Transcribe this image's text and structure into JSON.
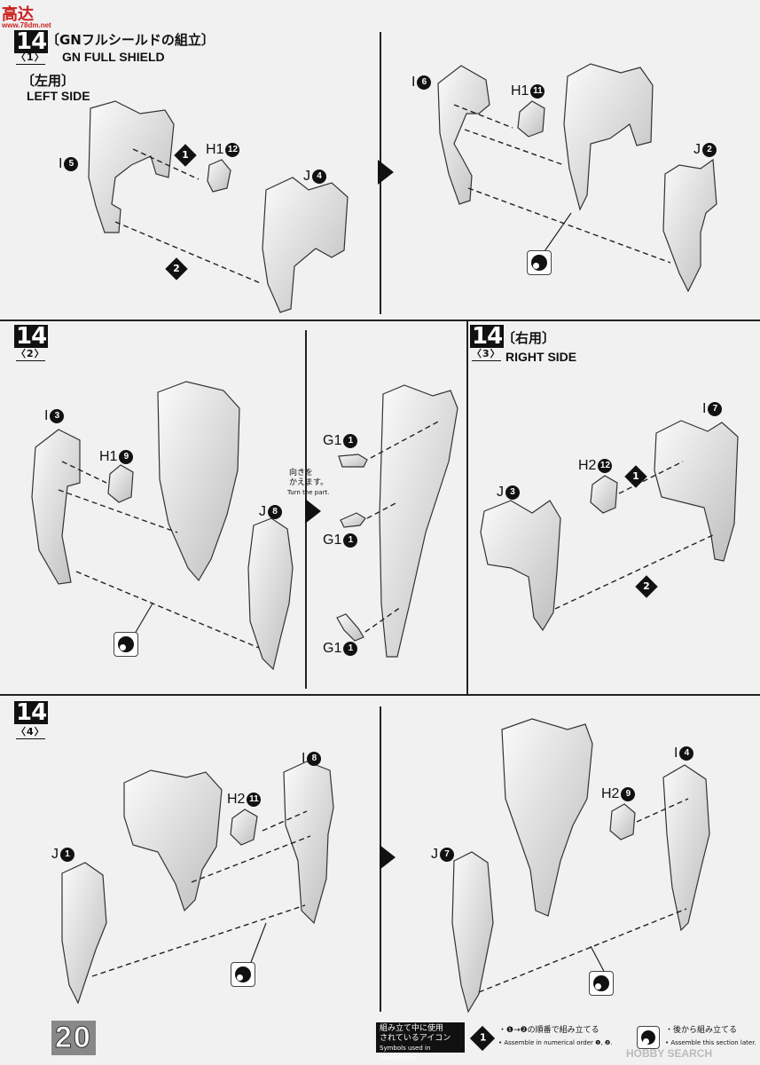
{
  "watermark": {
    "top_left_cn": "高达",
    "top_left_site": "www.78dm.net",
    "bottom_right": "HOBBY SEARCH"
  },
  "page_number": "20",
  "step": {
    "number": "14",
    "title_jp": "〔GNフルシールドの組立〕",
    "sub1": "〈1〉",
    "sub2": "〈2〉",
    "sub3": "〈3〉",
    "sub4": "〈4〉",
    "title_en": "GN FULL SHIELD",
    "left_jp": "〔左用〕",
    "left_en": "LEFT SIDE",
    "right_jp": "〔右用〕",
    "right_en": "RIGHT SIDE"
  },
  "panel1a": {
    "i5": "I",
    "i5n": "5",
    "h1": "H1",
    "h1n": "12",
    "j4": "J",
    "j4n": "4",
    "o1": "1",
    "o2": "2"
  },
  "panel1b": {
    "i6": "I",
    "i6n": "6",
    "h1": "H1",
    "h1n": "11",
    "j2": "J",
    "j2n": "2"
  },
  "panel2a": {
    "i3": "I",
    "i3n": "3",
    "h1": "H1",
    "h1n": "9",
    "j8": "J",
    "j8n": "8"
  },
  "panel2b": {
    "turn_jp1": "向きを",
    "turn_jp2": "かえます。",
    "turn_en": "Turn the part.",
    "g1": "G1",
    "g1n": "1"
  },
  "panel3": {
    "i7": "I",
    "i7n": "7",
    "h2": "H2",
    "h2n": "12",
    "j3": "J",
    "j3n": "3",
    "o1": "1",
    "o2": "2"
  },
  "panel4a": {
    "i8": "I",
    "i8n": "8",
    "h2": "H2",
    "h2n": "11",
    "j1": "J",
    "j1n": "1"
  },
  "panel4b": {
    "i4": "I",
    "i4n": "4",
    "h2": "H2",
    "h2n": "9",
    "j7": "J",
    "j7n": "7"
  },
  "legend": {
    "box_line1": "組み立て中に使用",
    "box_line2": "されているアイコン",
    "box_line3": "Symbols used in instructions",
    "order_jp": "・❶→❷の順番で組み立てる",
    "order_en": "• Assemble in numerical order ❶, ❷.",
    "back_jp": "・後から組み立てる",
    "back_en": "• Assemble this section later."
  }
}
